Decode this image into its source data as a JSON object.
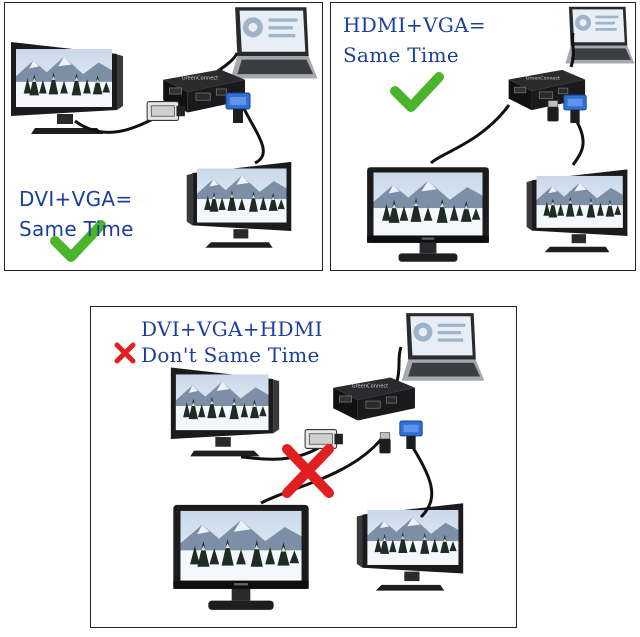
{
  "panels": [
    {
      "id": "a",
      "caption_line1": "DVI+VGA=",
      "caption_line2": "Same Time",
      "status": "check-icon"
    },
    {
      "id": "b",
      "caption_line1": "HDMI+VGA=",
      "caption_line2": "Same Time",
      "status": "check-icon"
    },
    {
      "id": "c",
      "caption_line1": "DVI+VGA+HDMI",
      "caption_line2": "Don't Same Time",
      "status": "cross-icon"
    }
  ],
  "adapter_brand": "GreenConnect",
  "colors": {
    "caption": "#1c3f9a",
    "check": "#4ab52a",
    "cross": "#e02020",
    "vga_connector": "#2f6fd6"
  }
}
